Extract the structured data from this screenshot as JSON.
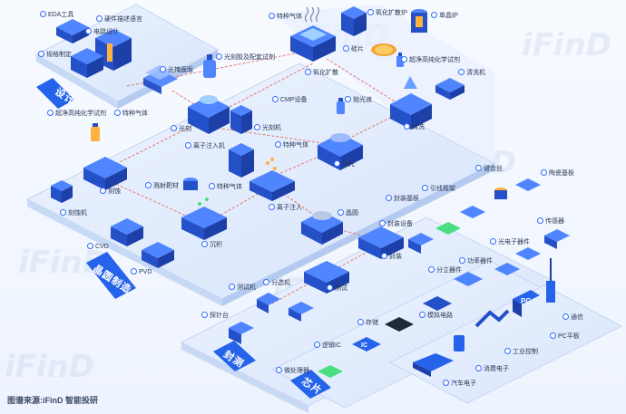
{
  "sections": {
    "design": "设计",
    "wafer": "晶圆制造",
    "packaging": "封测",
    "chip": "芯片"
  },
  "labels": {
    "eda": "EDA工具",
    "hdl": "硬件描述语言",
    "circuit_design": "电路设计",
    "layout": "规格制定",
    "mask": "光掩膜版",
    "photoresist": "光刻胶及配套试剂",
    "special_gas_top": "特种气体",
    "oxidation_furnace": "氧化扩散炉",
    "wafer_furnace": "单晶炉",
    "wafer_si": "硅片",
    "oxid_diffusion": "氧化扩散",
    "ultrapure_top": "超净高纯化学试剂",
    "cleaning_machine": "清洗机",
    "ultrapure_left": "超净高纯化学试剂",
    "special_gas_left": "特种气体",
    "lithography": "光刻",
    "litho_machine": "光刻机",
    "cmp_device": "CMP设备",
    "polish_liquid": "抛光液",
    "cleaning": "清洗",
    "ion_implanter": "离子注入机",
    "special_gas_mid": "特种气体",
    "polishing": "抛光",
    "etching": "刻蚀",
    "etcher": "刻蚀机",
    "sputter_target": "溅射靶材",
    "special_gas_low": "特种气体",
    "ion_implant": "离子注入",
    "wafer_out": "晶圆",
    "cvd": "CVD",
    "deposition": "沉积",
    "pvd": "PVD",
    "bonding_wire": "键合丝",
    "ceramic_substrate": "陶瓷基板",
    "lead_frame": "引线框架",
    "package_substrate": "封装基板",
    "package_equip": "封装设备",
    "package": "封装",
    "sensor": "传感器",
    "optoelectronic": "光电子器件",
    "power_device": "功率器件",
    "discrete": "分立器件",
    "tester": "测试机",
    "sorter": "分选机",
    "test": "测试",
    "prober": "探针台",
    "memory": "存储",
    "analog_ic": "模拟电路",
    "logic_ic": "逻辑IC",
    "communication": "通信",
    "pc_tablet": "PC平板",
    "industrial_control": "工业控制",
    "consumer_electronics": "消费电子",
    "microprocessor": "微处理器",
    "auto_electronics": "汽车电子"
  },
  "icon_text": {
    "pc": "PC",
    "ic": "IC"
  },
  "watermark": "iFinD",
  "source": "图谱来源:iFinD 智能投研",
  "colors": {
    "platform": "#dfe9fb",
    "platform_edge": "#b9cdf1",
    "accent": "#2f6bff",
    "ribbon": "#2563eb",
    "dashed": "#e07a6b"
  }
}
